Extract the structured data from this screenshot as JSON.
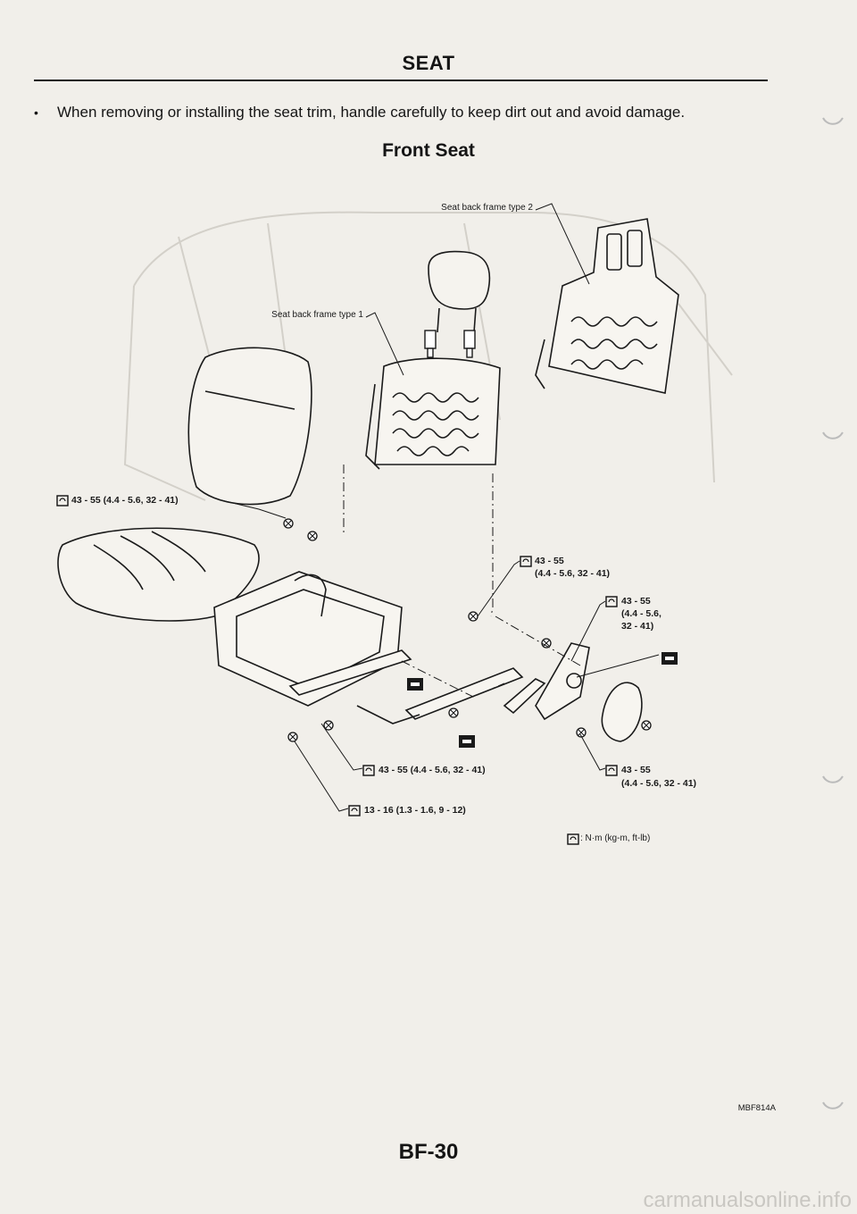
{
  "header": {
    "title": "SEAT"
  },
  "note": {
    "bullet": "•",
    "text": "When removing or installing the seat trim, handle carefully to keep dirt out and avoid damage."
  },
  "section": {
    "title": "Front Seat"
  },
  "figure": {
    "labels": {
      "frame_type_2": "Seat back frame type 2",
      "frame_type_1": "Seat back frame type 1"
    },
    "torque": {
      "left": "43 - 55 (4.4 - 5.6, 32 - 41)",
      "right_top_1": "43 - 55",
      "right_top_2": "(4.4 - 5.6, 32 - 41)",
      "right_mid_1": "43 - 55",
      "right_mid_2": "(4.4 - 5.6,",
      "right_mid_3": "32 - 41)",
      "bottom_left_1": "43 - 55 (4.4 - 5.6, 32 - 41)",
      "bottom_left_2": "13 - 16 (1.3 - 1.6, 9 - 12)",
      "bottom_right_1": "43 - 55",
      "bottom_right_2": "(4.4 - 5.6, 32 - 41)"
    },
    "legend": ": N·m (kg-m, ft-lb)",
    "code": "MBF814A"
  },
  "footer": {
    "page_number": "BF-30",
    "watermark": "carmanualsonline.info"
  }
}
